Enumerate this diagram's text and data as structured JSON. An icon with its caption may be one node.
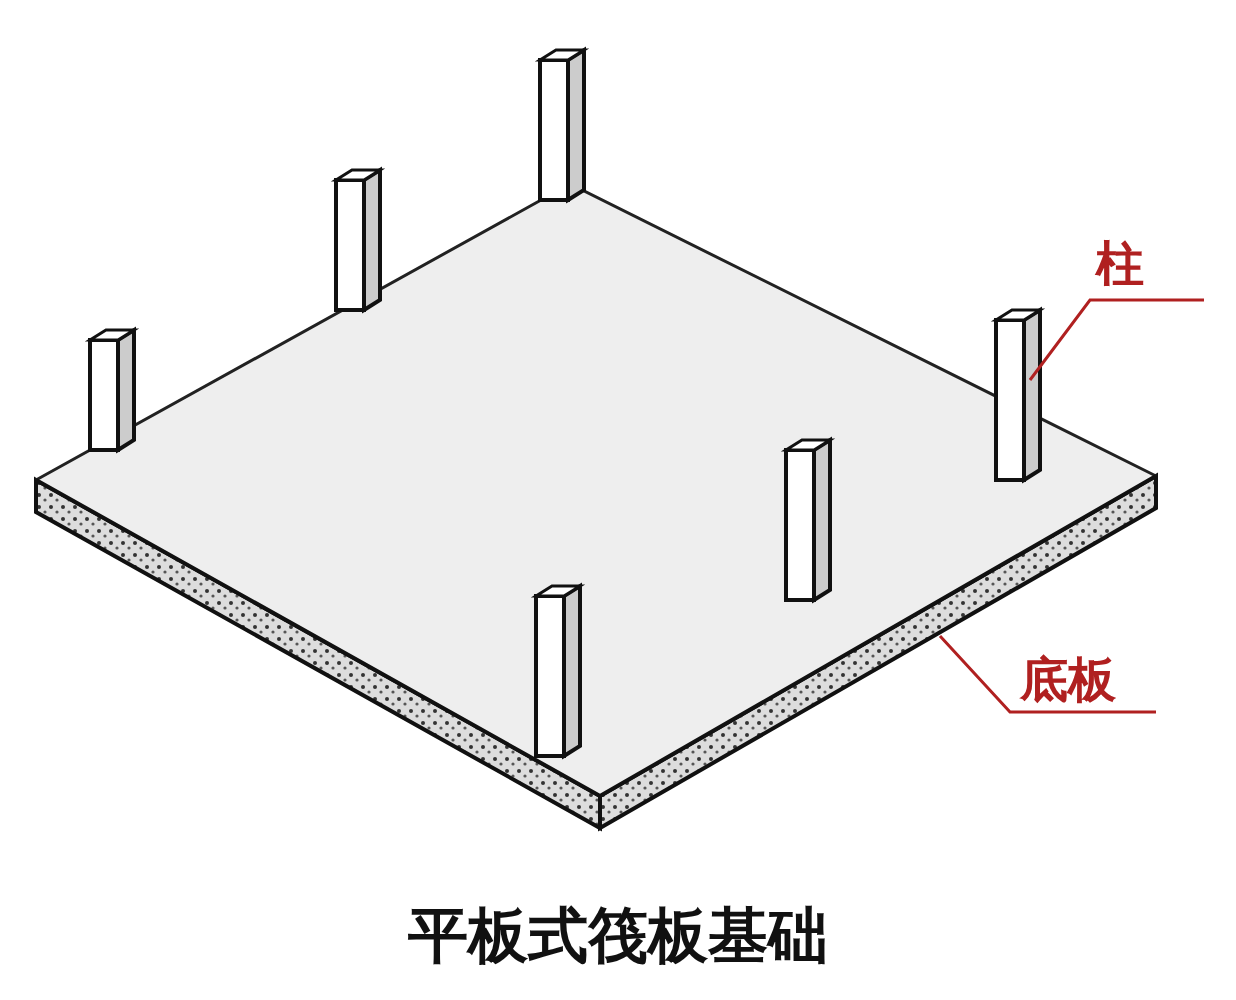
{
  "diagram": {
    "caption": "平板式筏板基础",
    "nodes": [
      {
        "text": [
          "柱"
        ]
      },
      {
        "text": [
          "底板"
        ]
      }
    ],
    "edges": [
      {
        "from": 0,
        "to": null,
        "arrow": "none"
      },
      {
        "from": 1,
        "to": null,
        "arrow": "none"
      }
    ]
  }
}
